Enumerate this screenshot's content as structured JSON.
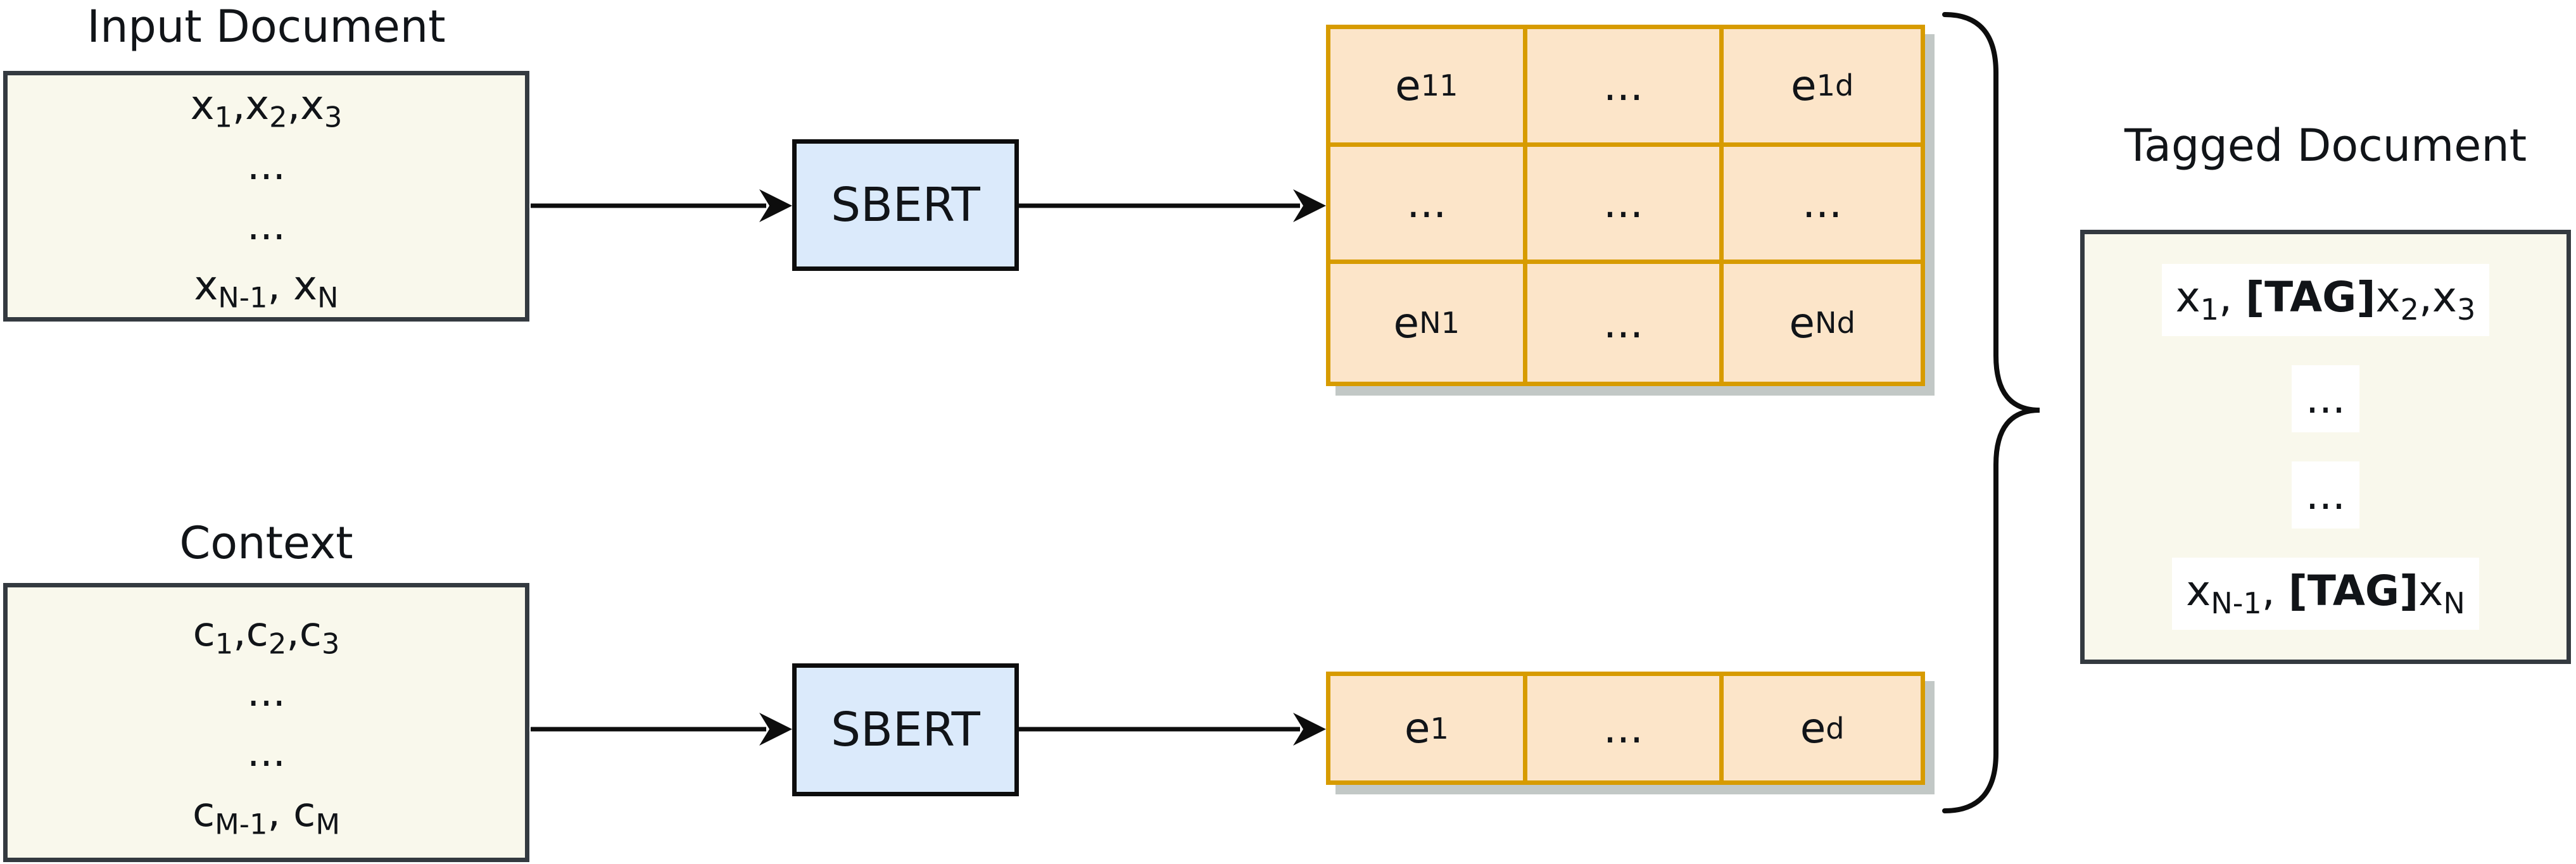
{
  "titles": {
    "input": "Input Document",
    "context": "Context",
    "tagged": "Tagged Document"
  },
  "sbert": {
    "top": "SBERT",
    "bottom": "SBERT"
  },
  "input_doc": {
    "lines": [
      [
        {
          "t": "x"
        },
        {
          "t": "1",
          "sub": true
        },
        {
          "t": ",x"
        },
        {
          "t": "2",
          "sub": true
        },
        {
          "t": ",x"
        },
        {
          "t": "3",
          "sub": true
        }
      ],
      [
        {
          "t": "..."
        }
      ],
      [
        {
          "t": "..."
        }
      ],
      [
        {
          "t": "x"
        },
        {
          "t": "N-1",
          "sub": true
        },
        {
          "t": ", x"
        },
        {
          "t": "N",
          "sub": true
        }
      ]
    ]
  },
  "context_doc": {
    "lines": [
      [
        {
          "t": "c"
        },
        {
          "t": "1",
          "sub": true
        },
        {
          "t": ",c"
        },
        {
          "t": "2",
          "sub": true
        },
        {
          "t": ",c"
        },
        {
          "t": "3",
          "sub": true
        }
      ],
      [
        {
          "t": "..."
        }
      ],
      [
        {
          "t": "..."
        }
      ],
      [
        {
          "t": "c"
        },
        {
          "t": "M-1",
          "sub": true
        },
        {
          "t": ", c"
        },
        {
          "t": "M",
          "sub": true
        }
      ]
    ]
  },
  "matrix": {
    "rows": [
      {
        "cells": [
          [
            {
              "t": "e"
            },
            {
              "t": "11",
              "sub": true
            }
          ],
          [
            {
              "t": "..."
            }
          ],
          [
            {
              "t": "e"
            },
            {
              "t": "1d",
              "sub": true
            }
          ]
        ]
      },
      {
        "cells": [
          [
            {
              "t": "..."
            }
          ],
          [
            {
              "t": "..."
            }
          ],
          [
            {
              "t": "..."
            }
          ]
        ]
      },
      {
        "cells": [
          [
            {
              "t": "e"
            },
            {
              "t": "N1",
              "sub": true
            }
          ],
          [
            {
              "t": "..."
            }
          ],
          [
            {
              "t": "e"
            },
            {
              "t": "Nd",
              "sub": true
            }
          ]
        ]
      }
    ]
  },
  "vector": {
    "cells": [
      [
        {
          "t": "e"
        },
        {
          "t": "1",
          "sub": true
        }
      ],
      [
        {
          "t": "..."
        }
      ],
      [
        {
          "t": "e"
        },
        {
          "t": "d",
          "sub": true
        }
      ]
    ]
  },
  "tagged_doc": {
    "lines": [
      [
        {
          "t": "x"
        },
        {
          "t": "1",
          "sub": true
        },
        {
          "t": ", "
        },
        {
          "t": "[TAG]",
          "b": true
        },
        {
          "t": "x"
        },
        {
          "t": "2",
          "sub": true
        },
        {
          "t": ",x"
        },
        {
          "t": "3",
          "sub": true
        }
      ],
      [
        {
          "t": "..."
        }
      ],
      [
        {
          "t": "..."
        }
      ],
      [
        {
          "t": "x"
        },
        {
          "t": "N-1",
          "sub": true
        },
        {
          "t": ", "
        },
        {
          "t": "[TAG]",
          "b": true
        },
        {
          "t": "x"
        },
        {
          "t": "N",
          "sub": true
        }
      ]
    ]
  },
  "colors": {
    "paper": "#f9f8ec",
    "paper-border": "#343a40",
    "blue": "#dbeafb",
    "orange": "#fce5c9",
    "orange-border": "#d79b00",
    "line": "#0d0d0d",
    "text": "#111418",
    "shadow": "#c2c8c6",
    "highlight": "#ffffff"
  }
}
